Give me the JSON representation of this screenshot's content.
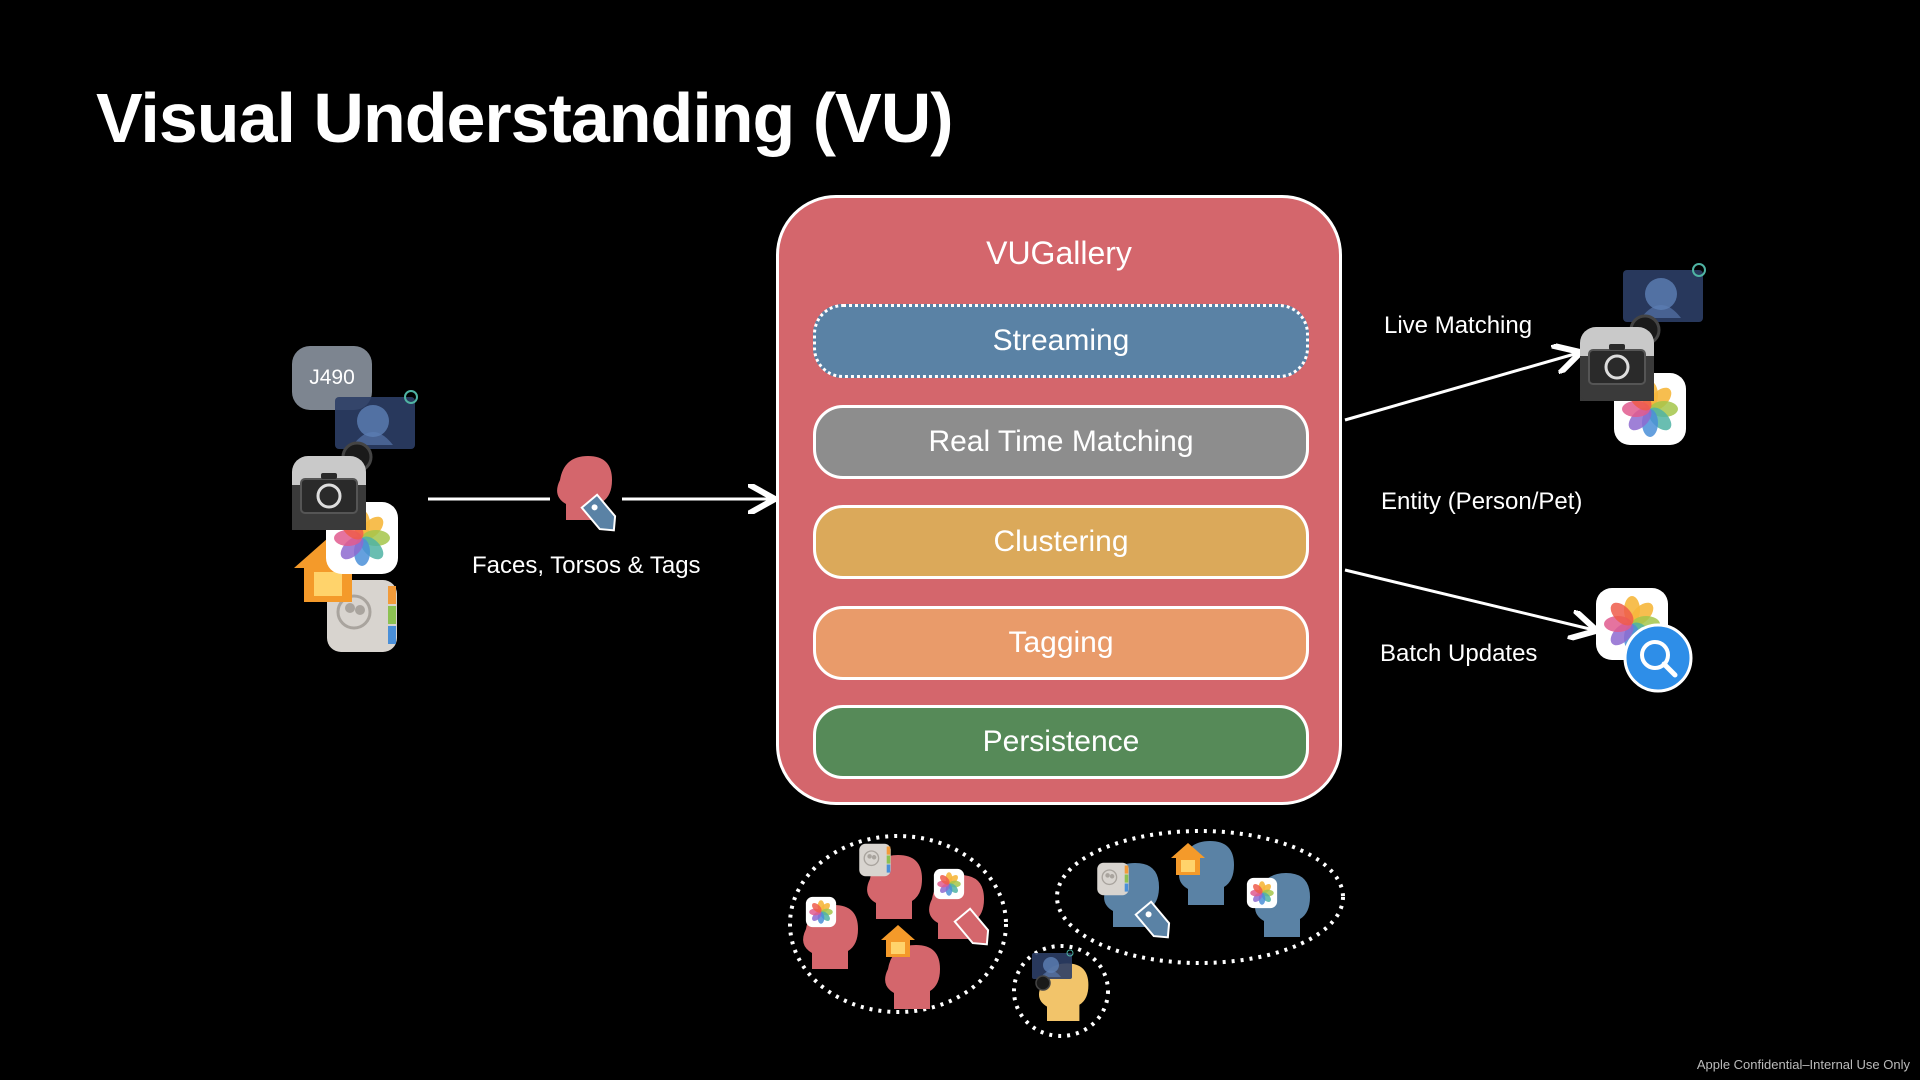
{
  "title": "Visual Understanding (VU)",
  "main": {
    "title": "VUGallery",
    "layers": [
      {
        "label": "Streaming",
        "color": "#5a82a5"
      },
      {
        "label": "Real Time Matching",
        "color": "#8d8d8d"
      },
      {
        "label": "Clustering",
        "color": "#dba95a"
      },
      {
        "label": "Tagging",
        "color": "#e99b6a"
      },
      {
        "label": "Persistence",
        "color": "#568a58"
      }
    ],
    "box_color": "#d4666c"
  },
  "input": {
    "device_badge": "J490",
    "flow_label": "Faces, Torsos & Tags"
  },
  "outputs": {
    "live_matching": "Live Matching",
    "entity": "Entity (Person/Pet)",
    "batch_updates": "Batch Updates"
  },
  "footer": "Apple Confidential–Internal Use Only",
  "icons": [
    "camera-icon",
    "photos-icon",
    "home-icon",
    "contacts-icon",
    "smart-display-icon",
    "magnifier-icon",
    "tag-icon",
    "head-icon"
  ]
}
